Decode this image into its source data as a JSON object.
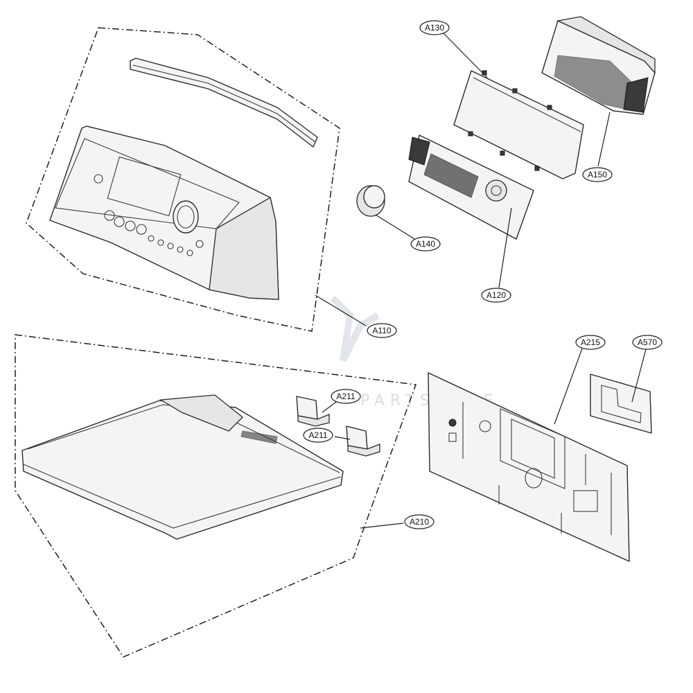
{
  "diagram": {
    "callouts": [
      {
        "id": "a130",
        "label": "A130"
      },
      {
        "id": "a150",
        "label": "A150"
      },
      {
        "id": "a140",
        "label": "A140"
      },
      {
        "id": "a120",
        "label": "A120"
      },
      {
        "id": "a110",
        "label": "A110"
      },
      {
        "id": "a215",
        "label": "A215"
      },
      {
        "id": "a570",
        "label": "A570"
      },
      {
        "id": "a211-upper",
        "label": "A211"
      },
      {
        "id": "a211-lower",
        "label": "A211"
      },
      {
        "id": "a210",
        "label": "A210"
      }
    ],
    "watermark": "PARTSTORE"
  }
}
